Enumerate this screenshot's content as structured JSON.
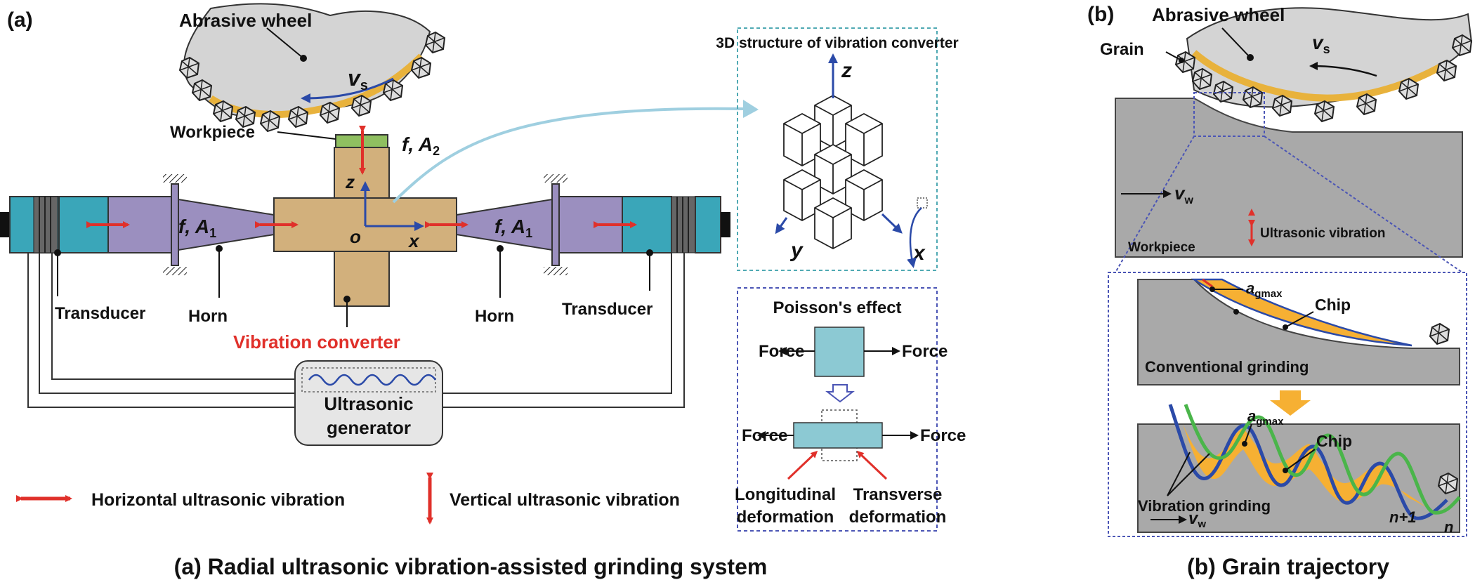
{
  "panel_a": {
    "tag": "(a)",
    "abrasive_wheel": "Abrasive wheel",
    "vs": "v",
    "vs_sub": "s",
    "workpiece": "Workpiece",
    "f_a2": "f, A",
    "f_a2_sub": "2",
    "f_a1": "f, A",
    "f_a1_sub": "1",
    "axis_z": "z",
    "axis_o": "o",
    "axis_x": "x",
    "transducer": "Transducer",
    "horn": "Horn",
    "vibration_converter": "Vibration converter",
    "ultrasonic_generator_l1": "Ultrasonic",
    "ultrasonic_generator_l2": "generator",
    "legend_horizontal": "Horizontal ultrasonic vibration",
    "legend_vertical": "Vertical ultrasonic vibration",
    "caption": "(a) Radial ultrasonic vibration-assisted grinding system"
  },
  "structure_3d": {
    "title": "3D structure of vibration converter",
    "axis_z": "z",
    "axis_y": "y",
    "axis_x": "x"
  },
  "poisson": {
    "title": "Poisson's effect",
    "force": "Force",
    "longitudinal_l1": "Longitudinal",
    "longitudinal_l2": "deformation",
    "transverse_l1": "Transverse",
    "transverse_l2": "deformation"
  },
  "panel_b": {
    "tag": "(b)",
    "abrasive_wheel": "Abrasive wheel",
    "grain": "Grain",
    "vs": "v",
    "vs_sub": "s",
    "vw": "v",
    "vw_sub": "w",
    "ultrasonic_vibration": "Ultrasonic vibration",
    "workpiece": "Workpiece",
    "agmax": "a",
    "agmax_sub": "gmax",
    "chip": "Chip",
    "conventional": "Conventional grinding",
    "vibration_grinding": "Vibration grinding",
    "n_plus_1": "n+1",
    "n": "n",
    "caption": "(b) Grain trajectory"
  },
  "colors": {
    "wheel": "#d4d4d4",
    "bond": "#e8b23c",
    "transducer": "#3aa6b9",
    "horn": "#9b8fbf",
    "converter": "#d2b07c",
    "workpiece_green": "#8fbf60",
    "gray_block": "#a9a9a9",
    "chip": "#f6b033",
    "arrow_red": "#e0302a",
    "arrow_blue": "#2b4aa8",
    "dashed_teal": "#4fa9b3",
    "dashed_blue": "#4b55b5",
    "poisson_box": "#8cc9d3"
  }
}
